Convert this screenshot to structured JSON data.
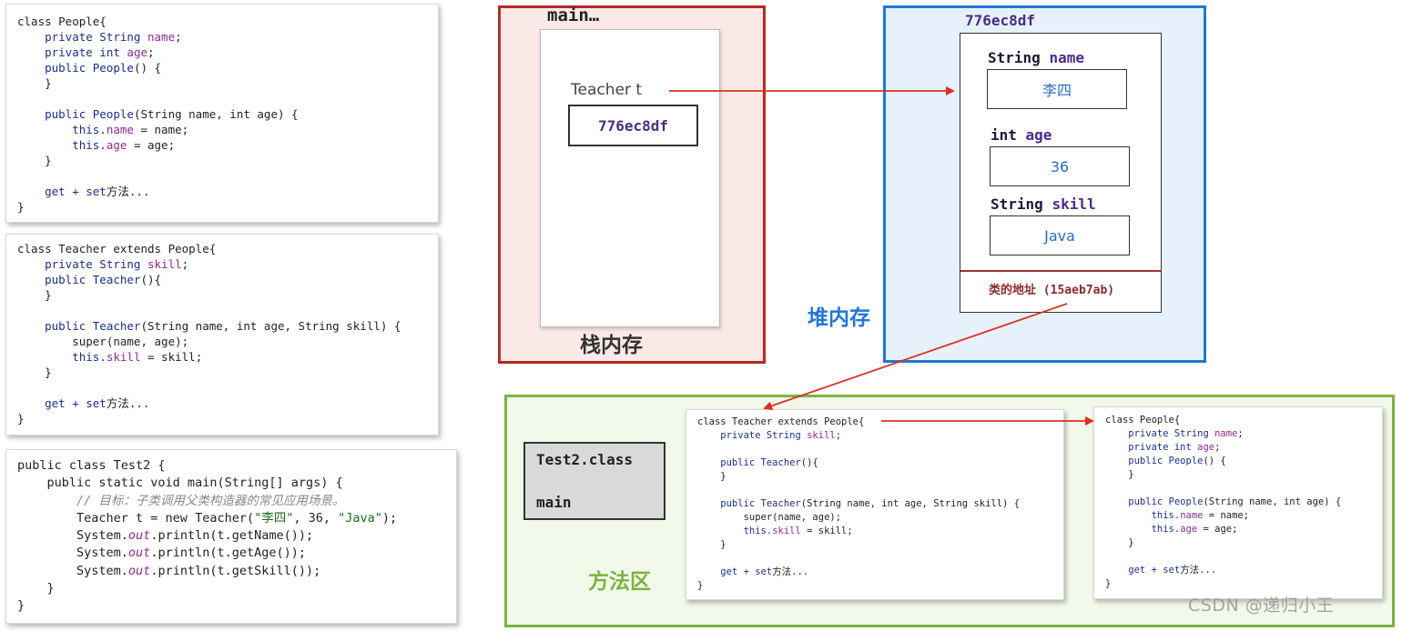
{
  "code_people": {
    "l1": "class People{",
    "l2a": "    private String ",
    "l2b": "name",
    "l2c": ";",
    "l3a": "    private int ",
    "l3b": "age",
    "l3c": ";",
    "l4a": "    public People",
    "l4b": "() {",
    "l5": "    }",
    "l6": "",
    "l7a": "    public People",
    "l7b": "(String name, int age) {",
    "l8a": "        this.",
    "l8b": "name",
    "l8c": " = name;",
    "l9a": "        this.",
    "l9b": "age",
    "l9c": " = age;",
    "l10": "    }",
    "l11": "",
    "l12a": "    get + set",
    "l12b": "方法...",
    "l13": "}"
  },
  "code_teacher": {
    "l1": "class Teacher extends People{",
    "l2a": "    private String ",
    "l2b": "skill",
    "l2c": ";",
    "l3a": "    public Teacher",
    "l3b": "(){",
    "l4": "    }",
    "l5": "",
    "l6a": "    public Teacher",
    "l6b": "(String name, int age, String skill) {",
    "l7": "        super(name, age);",
    "l8a": "        this.",
    "l8b": "skill",
    "l8c": " = skill;",
    "l9": "    }",
    "l10": "",
    "l11a": "    get + set",
    "l11b": "方法...",
    "l12": "}"
  },
  "code_test2": {
    "l1": "public class Test2 {",
    "l2": "    public static void main(String[] args) {",
    "l3": "        // 目标：子类调用父类构造器的常见应用场景。",
    "l4a": "        Teacher t = new Teacher(",
    "l4b": "\"李四\"",
    "l4c": ", 36, ",
    "l4d": "\"Java\"",
    "l4e": ");",
    "l5a": "        System.",
    "l5b": "out",
    "l5c": ".println(t.getName());",
    "l6a": "        System.",
    "l6b": "out",
    "l6c": ".println(t.getAge());",
    "l7a": "        System.",
    "l7b": "out",
    "l7c": ".println(t.getSkill());",
    "l8": "    }",
    "l9": "}"
  },
  "stack": {
    "frame_label": "main…",
    "var_label": "Teacher  t",
    "ref_value": "776ec8df",
    "title": "栈内存"
  },
  "heap": {
    "address": "776ec8df",
    "fields": [
      {
        "type": "String ",
        "name": "name",
        "value": "李四"
      },
      {
        "type": "int ",
        "name": "age",
        "value": "36"
      },
      {
        "type": "String ",
        "name": "skill",
        "value": "Java"
      }
    ],
    "class_address": "类的地址 (15aeb7ab)",
    "title": "堆内存"
  },
  "method_area": {
    "title": "方法区",
    "test2_class": "Test2.class",
    "test2_main": "main",
    "teacher_code": {
      "l1": "class Teacher extends People{",
      "l2a": "    private String ",
      "l2b": "skill",
      "l2c": ";",
      "l3a": "    public Teacher",
      "l3b": "(){",
      "l4": "    }",
      "l5a": "    public Teacher",
      "l5b": "(String name, int age, String skill) {",
      "l6": "        super(name, age);",
      "l7a": "        this.",
      "l7b": "skill",
      "l7c": " = skill;",
      "l8": "    }",
      "l9a": "    get + set",
      "l9b": "方法...",
      "l10": "}"
    },
    "people_code": {
      "l1": "class People{",
      "l2a": "    private String ",
      "l2b": "name",
      "l2c": ";",
      "l3a": "    private int ",
      "l3b": "age",
      "l3c": ";",
      "l4a": "    public People",
      "l4b": "() {",
      "l5": "    }",
      "l6a": "    public People",
      "l6b": "(String name, int age) {",
      "l7a": "        this.",
      "l7b": "name",
      "l7c": " = name;",
      "l8a": "        this.",
      "l8b": "age",
      "l8c": " = age;",
      "l9": "    }",
      "l10a": "    get + set",
      "l10b": "方法...",
      "l11": "}"
    }
  },
  "watermark": "CSDN @递归小王",
  "colors": {
    "stack_border": "#b52a24",
    "heap_border": "#2177d6",
    "method_border": "#7cb342",
    "arrow": "#d93025"
  }
}
